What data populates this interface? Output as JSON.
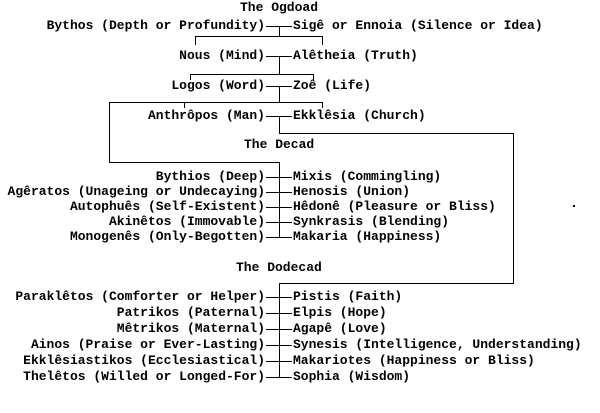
{
  "page": {
    "background_color": "#ffffff",
    "text_color": "#000000",
    "line_color": "#000000"
  },
  "sections": {
    "ogdoad": {
      "title": "The Ogdoad",
      "pairs": [
        {
          "left": "Bythos (Depth or Profundity)",
          "right": "Sigê or Ennoia (Silence or Idea)"
        },
        {
          "left": "Nous (Mind)",
          "right": "Alêtheia (Truth)"
        },
        {
          "left": "Logos (Word)",
          "right": "Zoê (Life)"
        },
        {
          "left": "Anthrôpos (Man)",
          "right": "Ekklêsia (Church)"
        }
      ]
    },
    "decad": {
      "title": "The Decad",
      "pairs": [
        {
          "left": "Bythios (Deep)",
          "right": "Mixis (Commingling)"
        },
        {
          "left": "Agêratos (Unageing or Undecaying)",
          "right": "Henosis (Union)"
        },
        {
          "left": "Autophuês (Self-Existent)",
          "right": "Hêdonê (Pleasure or Bliss)"
        },
        {
          "left": "Akinêtos (Immovable)",
          "right": "Synkrasis (Blending)"
        },
        {
          "left": "Monogenês (Only-Begotten)",
          "right": "Makaria (Happiness)"
        }
      ]
    },
    "dodecad": {
      "title": "The Dodecad",
      "pairs": [
        {
          "left": "Paraklêtos (Comforter or Helper)",
          "right": "Pistis (Faith)"
        },
        {
          "left": "Patrikos (Paternal)",
          "right": "Elpis (Hope)"
        },
        {
          "left": "Mêtrikos (Maternal)",
          "right": "Agapê (Love)"
        },
        {
          "left": "Ainos (Praise or Ever-Lasting)",
          "right": "Synesis (Intelligence, Understanding)"
        },
        {
          "left": "Ekklêsiastikos (Ecclesiastical)",
          "right": "Makariotes (Happiness or Bliss)"
        },
        {
          "left": "Thelêtos (Willed or Longed-For)",
          "right": "Sophia (Wisdom)"
        }
      ]
    }
  }
}
